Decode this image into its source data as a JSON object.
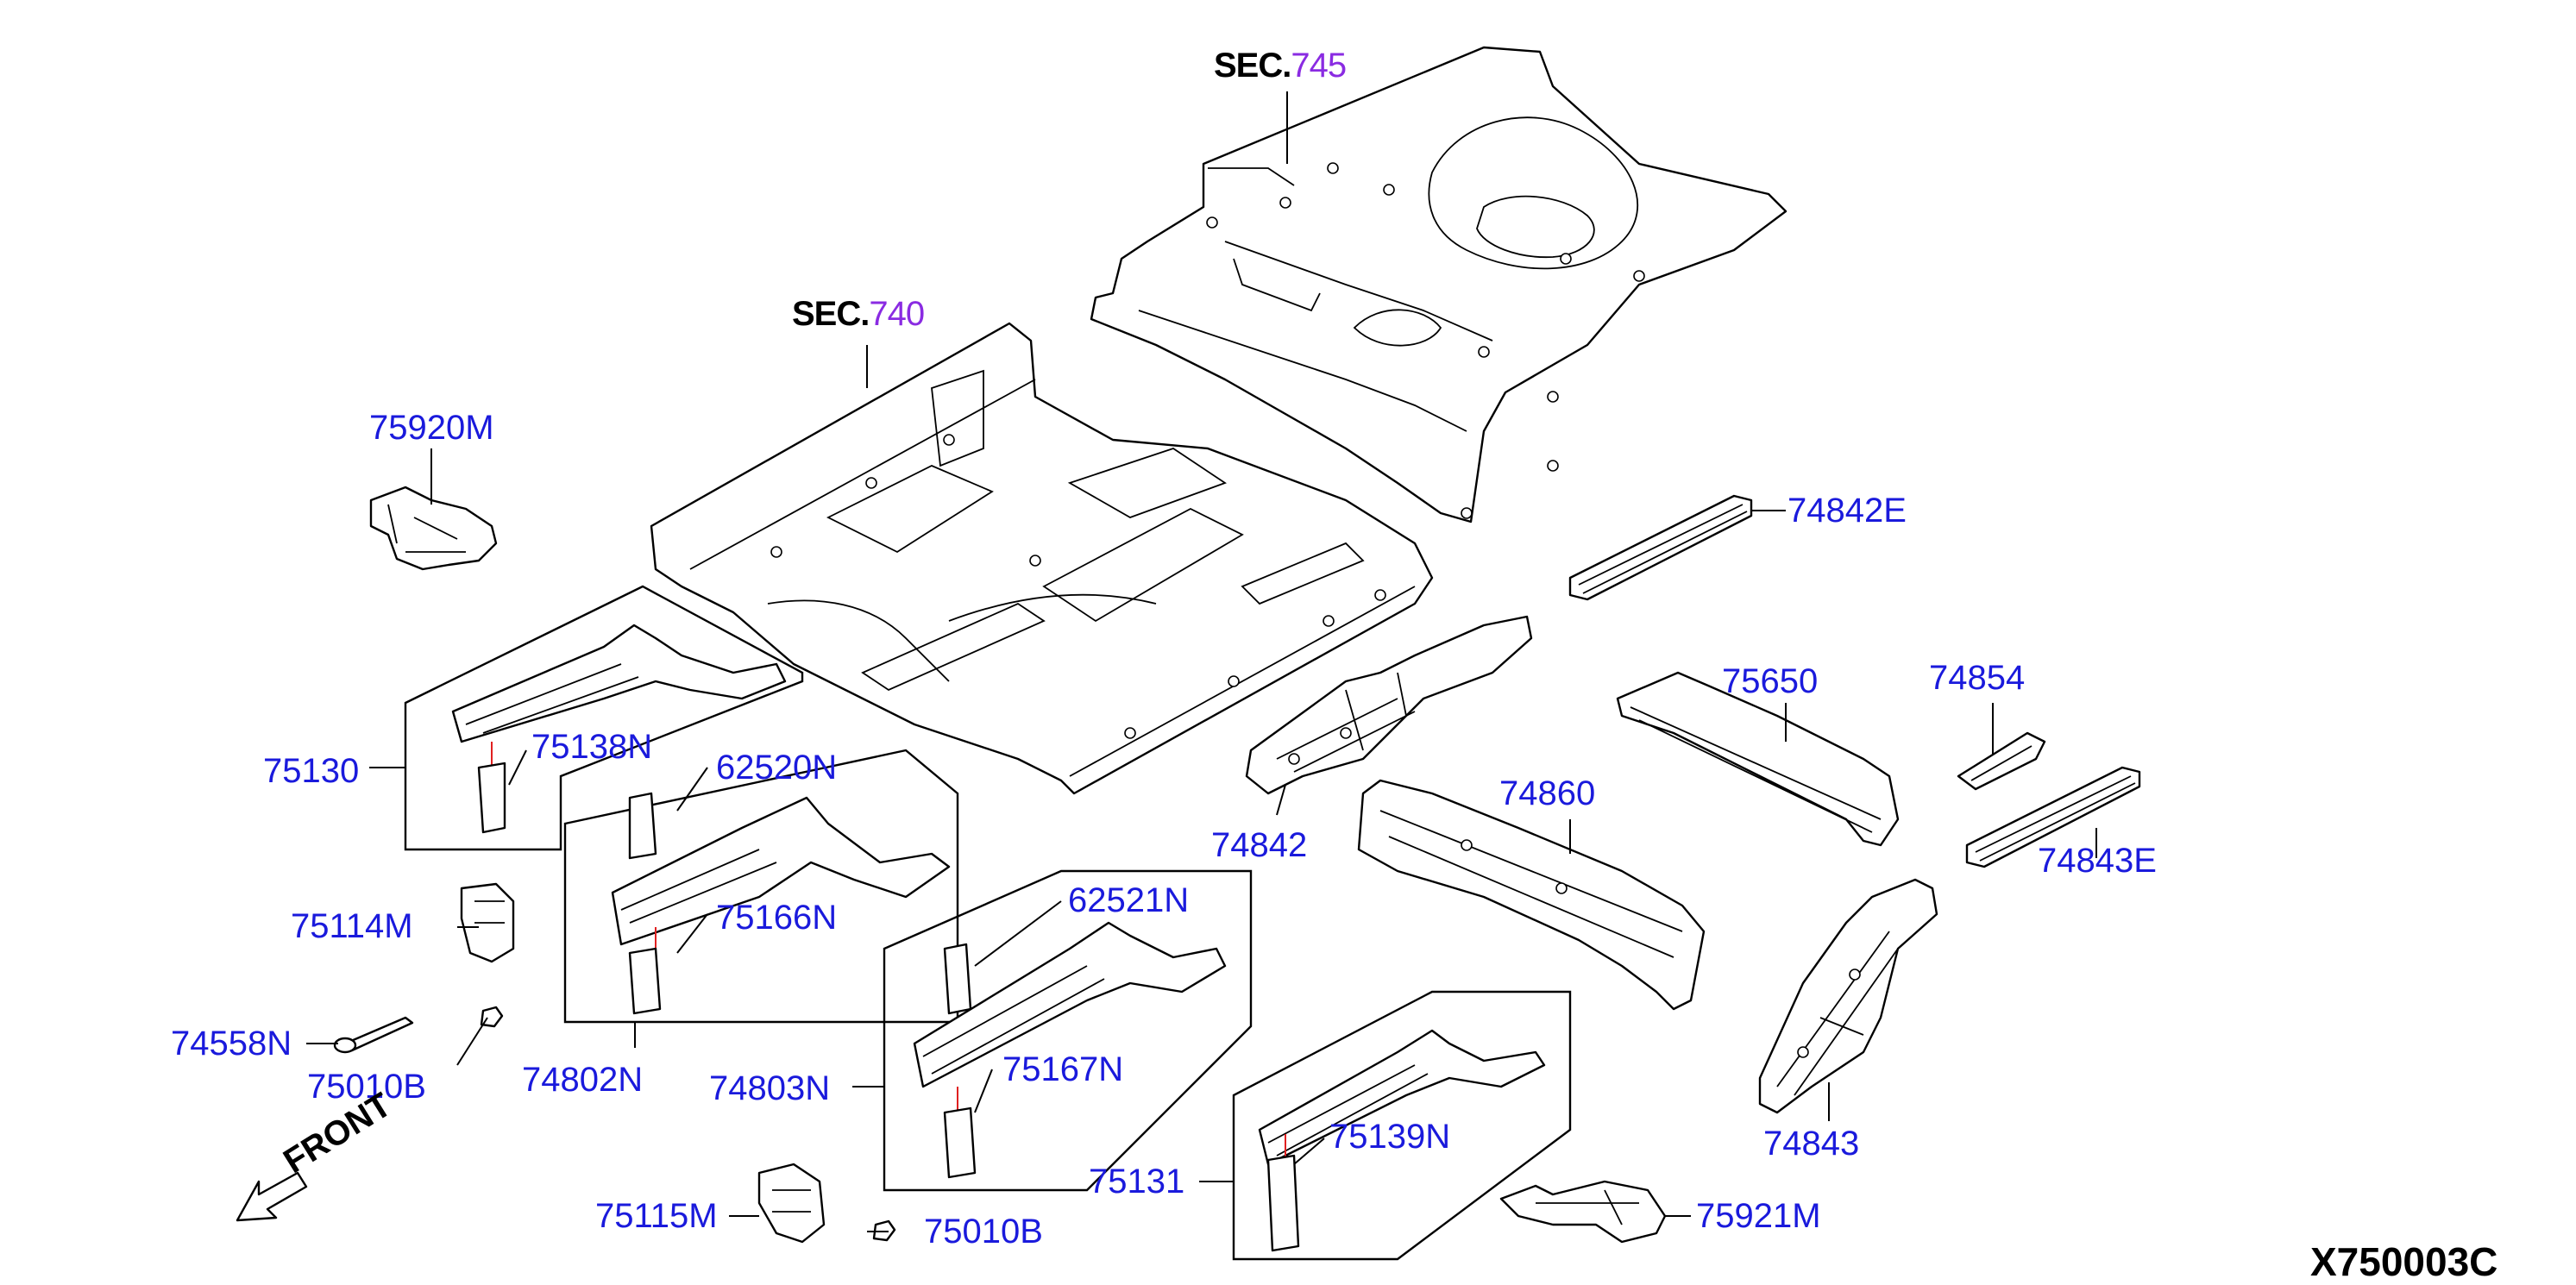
{
  "diagram_code": "X750003C",
  "front_label": "FRONT",
  "sections": [
    {
      "prefix": "SEC.",
      "number": "745"
    },
    {
      "prefix": "SEC.",
      "number": "740"
    }
  ],
  "part_labels": {
    "p75920M": "75920M",
    "p75130": "75130",
    "p75138N": "75138N",
    "p62520N": "62520N",
    "p75114M": "75114M",
    "p75166N": "75166N",
    "p74558N": "74558N",
    "p75010B_a": "75010B",
    "p74802N": "74802N",
    "p74803N": "74803N",
    "p62521N": "62521N",
    "p75167N": "75167N",
    "p75115M": "75115M",
    "p75010B_b": "75010B",
    "p75131": "75131",
    "p75139N": "75139N",
    "p75921M": "75921M",
    "p74842": "74842",
    "p74860": "74860",
    "p74842E": "74842E",
    "p75650": "75650",
    "p74854": "74854",
    "p74843E": "74843E",
    "p74843": "74843"
  },
  "colors": {
    "part_number": "#1a1adc",
    "section_number": "#8a2be2",
    "leader": "#000000",
    "pairing_line": "#e02020"
  }
}
